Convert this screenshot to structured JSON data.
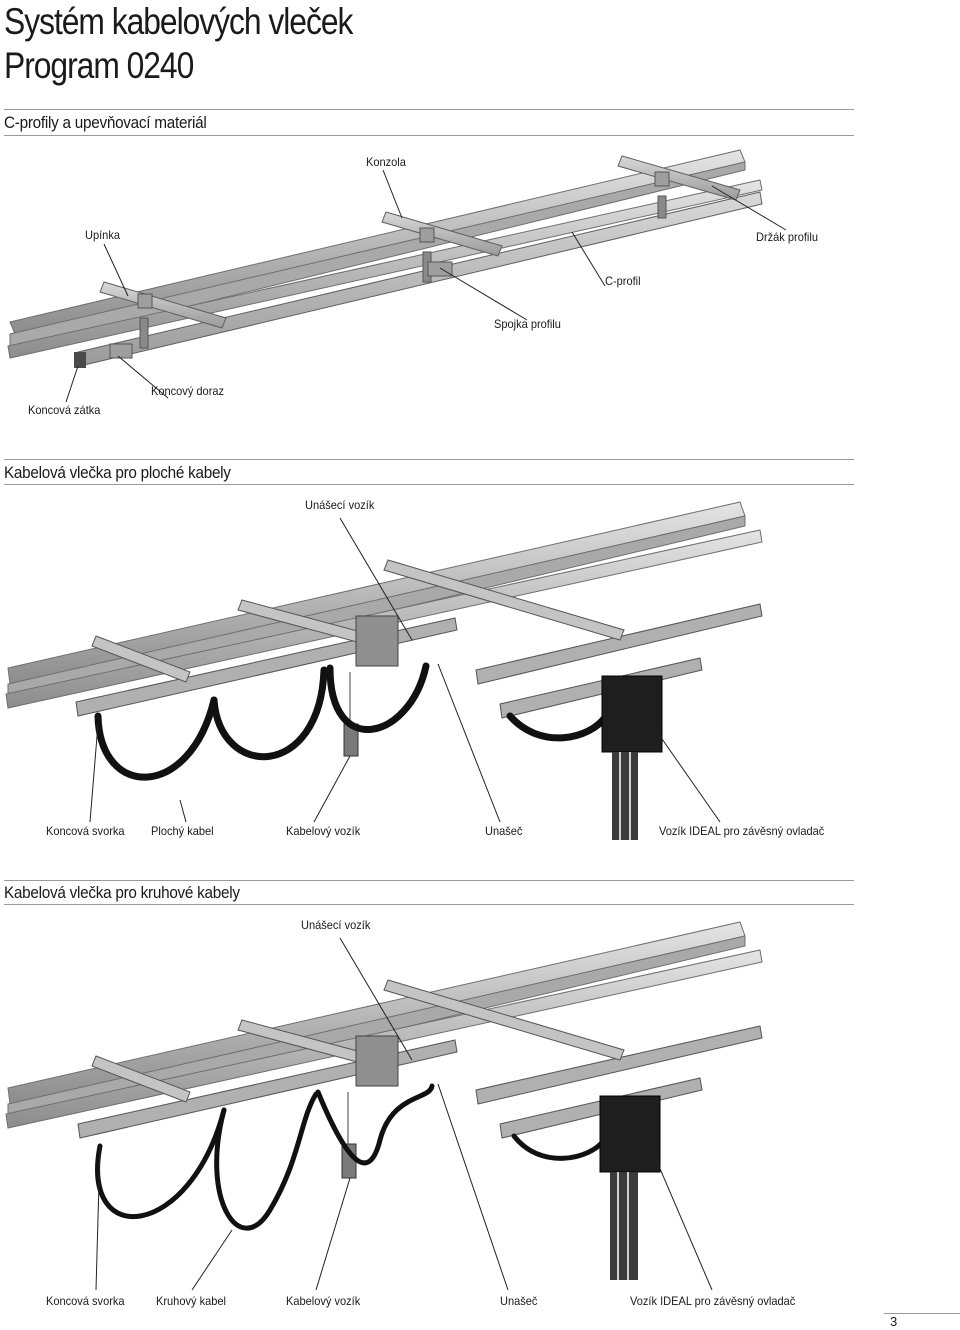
{
  "header": {
    "title_line1": "Systém kabelových vleček",
    "title_line2": "Program 0240"
  },
  "section1": {
    "title": "C-profily a upevňovací materiál",
    "labels": {
      "konzola": "Konzola",
      "upinka": "Upínka",
      "drzak_profilu": "Držák profilu",
      "c_profil": "C-profil",
      "spojka_profilu": "Spojka profilu",
      "koncovy_doraz": "Koncový doraz",
      "koncova_zatka": "Koncová zátka"
    }
  },
  "section2": {
    "title": "Kabelová vlečka pro ploché kabely",
    "labels": {
      "unaseci_vozik": "Unášecí vozík",
      "koncova_svorka": "Koncová svorka",
      "plochy_kabel": "Plochý kabel",
      "kabelovy_vozik": "Kabelový vozík",
      "unasec": "Unašeč",
      "vozik_ideal": "Vozík IDEAL pro závěsný ovladač"
    }
  },
  "section3": {
    "title": "Kabelová vlečka pro kruhové kabely",
    "labels": {
      "unaseci_vozik": "Unášecí vozík",
      "koncova_svorka": "Koncová svorka",
      "kruhovy_kabel": "Kruhový kabel",
      "kabelovy_vozik": "Kabelový vozík",
      "unasec": "Unašeč",
      "vozik_ideal": "Vozík IDEAL pro závěsný ovladač"
    }
  },
  "footer": {
    "page_number": "3"
  }
}
